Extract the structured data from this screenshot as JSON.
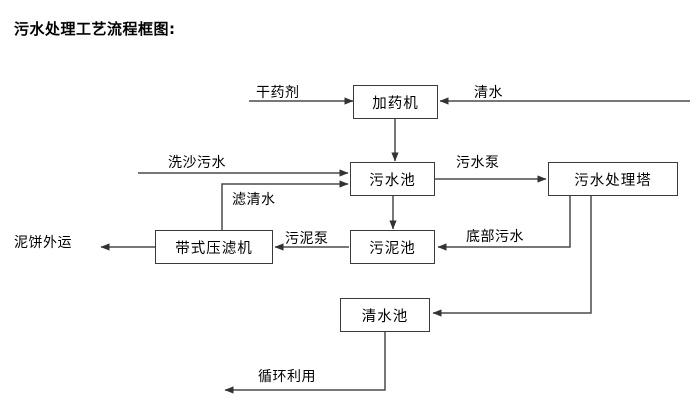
{
  "title": "污水处理工艺流程框图:",
  "diagram": {
    "type": "flowchart",
    "nodes": [
      {
        "id": "dosing-machine",
        "label": "加药机"
      },
      {
        "id": "sewage-pool",
        "label": "污水池"
      },
      {
        "id": "sewage-treatment-tower",
        "label": "污水处理塔"
      },
      {
        "id": "belt-filter-press",
        "label": "带式压滤机"
      },
      {
        "id": "sludge-pool",
        "label": "污泥池"
      },
      {
        "id": "clean-water-pool",
        "label": "清水池"
      }
    ],
    "edge_labels": [
      {
        "id": "dry-agent",
        "label": "干药剂"
      },
      {
        "id": "clean-water-in",
        "label": "清水"
      },
      {
        "id": "sand-washing-sewage",
        "label": "洗沙污水"
      },
      {
        "id": "filtered-clear-water",
        "label": "滤清水"
      },
      {
        "id": "sewage-pump",
        "label": "污水泵"
      },
      {
        "id": "mud-cake-transport",
        "label": "泥饼外运"
      },
      {
        "id": "sludge-pump",
        "label": "污泥泵"
      },
      {
        "id": "bottom-sewage",
        "label": "底部污水"
      },
      {
        "id": "recycle-reuse",
        "label": "循环利用"
      }
    ]
  },
  "colors": {
    "background": "#ffffff",
    "stroke": "#4a4a4a",
    "box_border": "#3a3a3a",
    "text": "#000000"
  }
}
